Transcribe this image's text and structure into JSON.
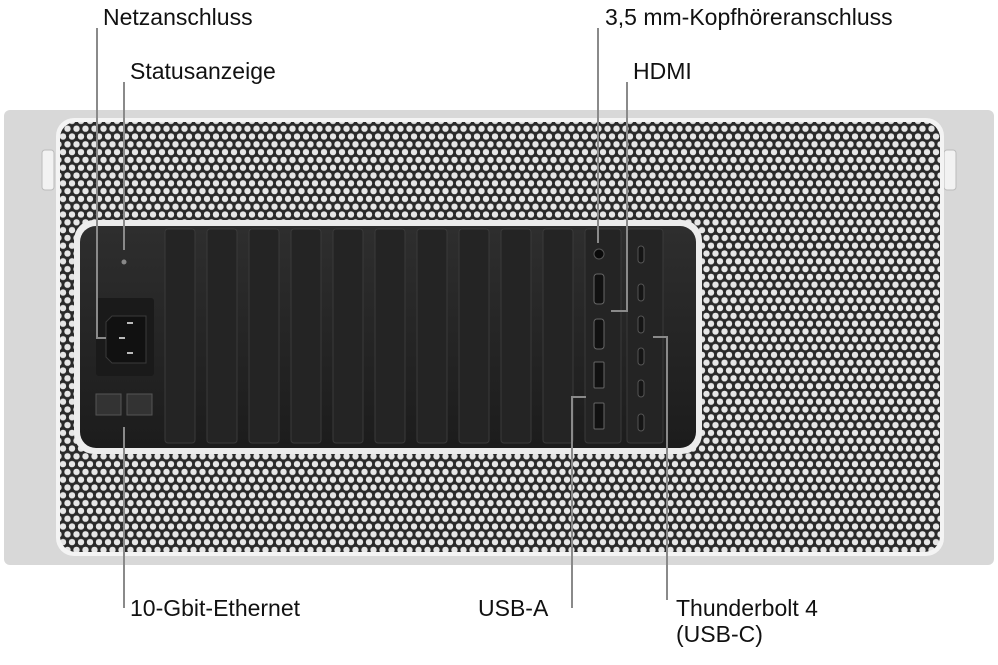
{
  "labels": {
    "power": "Netzanschluss",
    "status": "Statusanzeige",
    "headphone": "3,5 mm-Kopfhöreranschluss",
    "hdmi": "HDMI",
    "ethernet": "10-Gbit-Ethernet",
    "usba": "USB-A",
    "thunderbolt_line1": "Thunderbolt 4",
    "thunderbolt_line2": "(USB-C)"
  },
  "colors": {
    "leader": "#8a8a8a",
    "panel": "#262626",
    "chassis": "#d9d9d9"
  }
}
